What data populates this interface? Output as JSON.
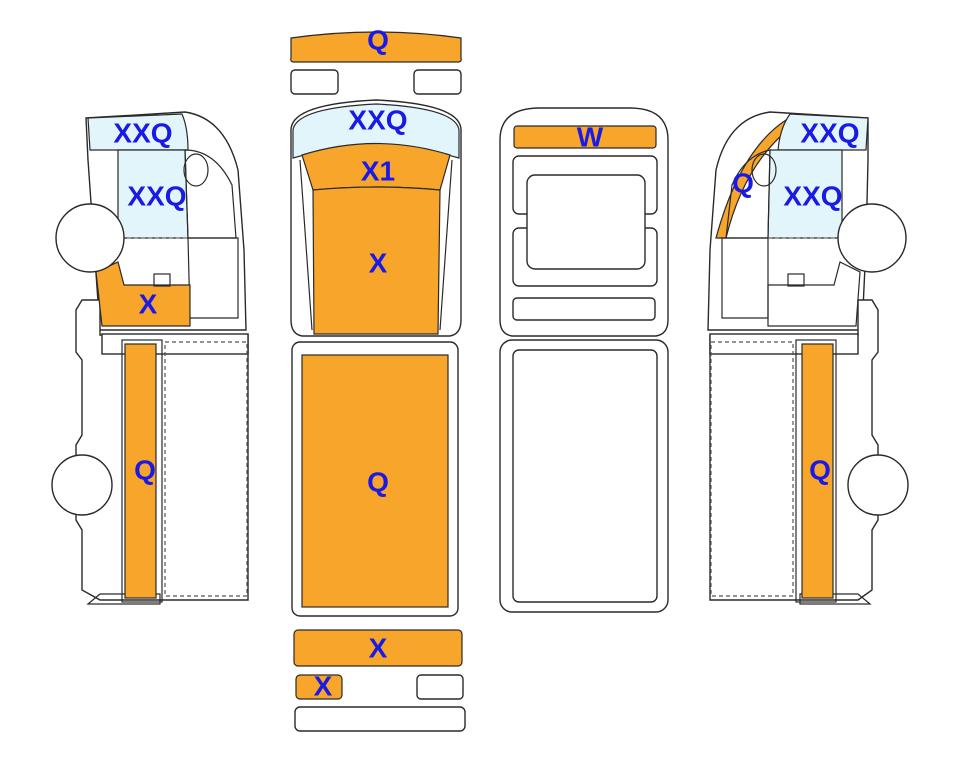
{
  "colors": {
    "damage": "#F7A52B",
    "glass": "#E2F5FB",
    "label": "#1A1AE6",
    "outline": "#2A2A2A"
  },
  "labels": {
    "front_bumper": "Q",
    "windshield": "XXQ",
    "hood_front": "X1",
    "hood": "X",
    "roof": "Q",
    "rear_bumper": "X",
    "rear_small": "X",
    "rear_window": "W",
    "left_window_top": "XXQ",
    "left_window_door": "XXQ",
    "left_lower_front": "X",
    "left_side_panel": "Q",
    "right_a_pillar": "Q",
    "right_window_top": "XXQ",
    "right_window_door": "XXQ",
    "right_side_panel": "Q"
  }
}
